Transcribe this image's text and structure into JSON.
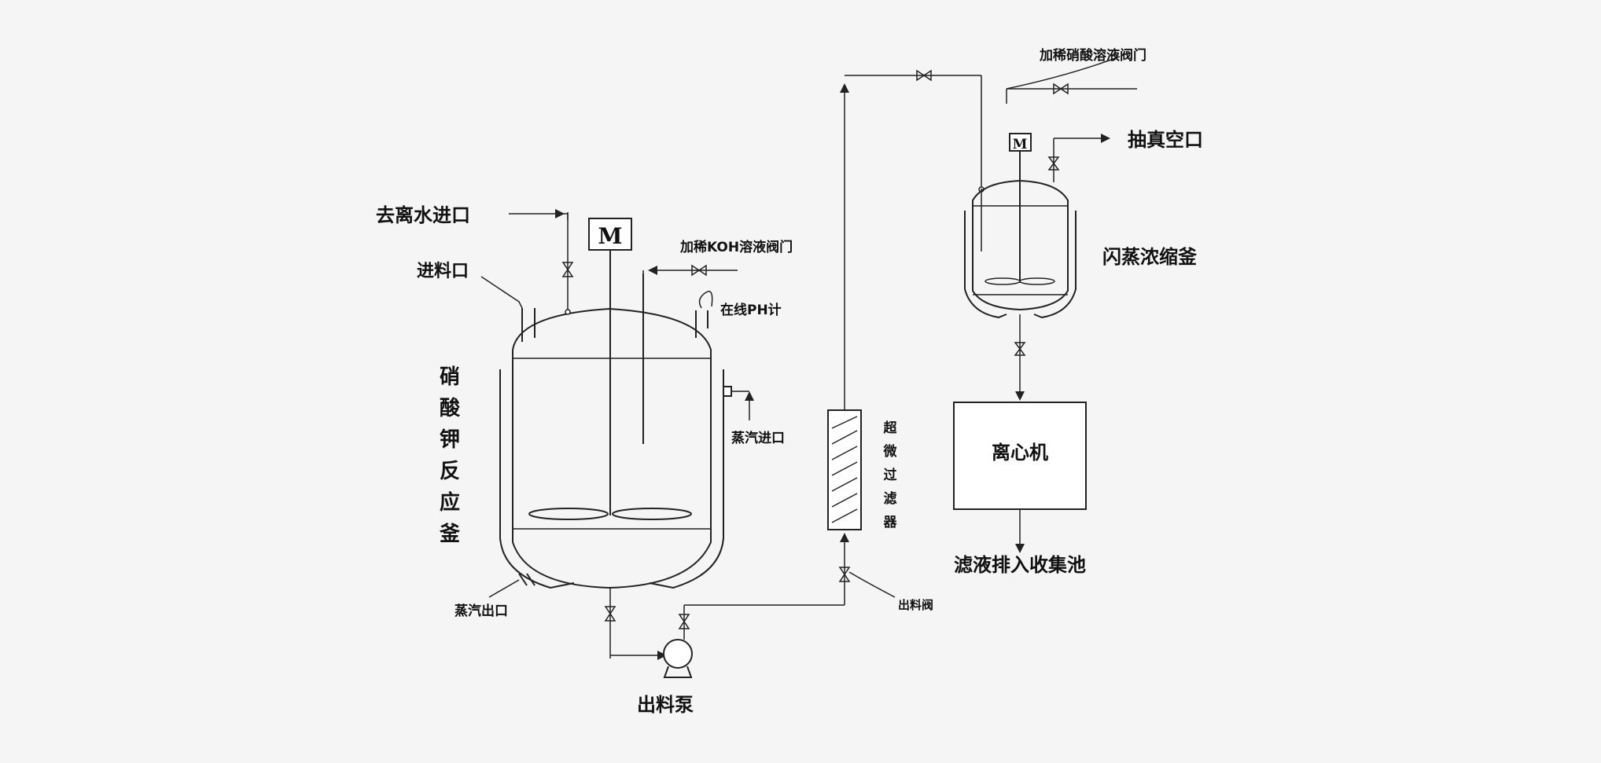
{
  "labels": {
    "dionized_water_inlet": "去离水进口",
    "feed_inlet": "进料口",
    "koh_valve": "加稀KOH溶液阀门",
    "ph_meter": "在线PH计",
    "steam_inlet": "蒸汽进口",
    "steam_outlet": "蒸汽出口",
    "discharge_pump": "出料泵",
    "discharge_valve": "出料阀",
    "reactor_vertical": [
      "硝",
      "酸",
      "钾",
      "反",
      "应",
      "釜"
    ],
    "filter_vertical": [
      "超",
      "微",
      "过",
      "滤",
      "器"
    ],
    "nitric_valve": "加稀硝酸溶液阀门",
    "vacuum_port": "抽真空口",
    "flash_evaporator": "闪蒸浓缩釜",
    "centrifuge": "离心机",
    "filtrate_out": "滤液排入收集池",
    "motor_main": "M",
    "motor_small": "M"
  }
}
